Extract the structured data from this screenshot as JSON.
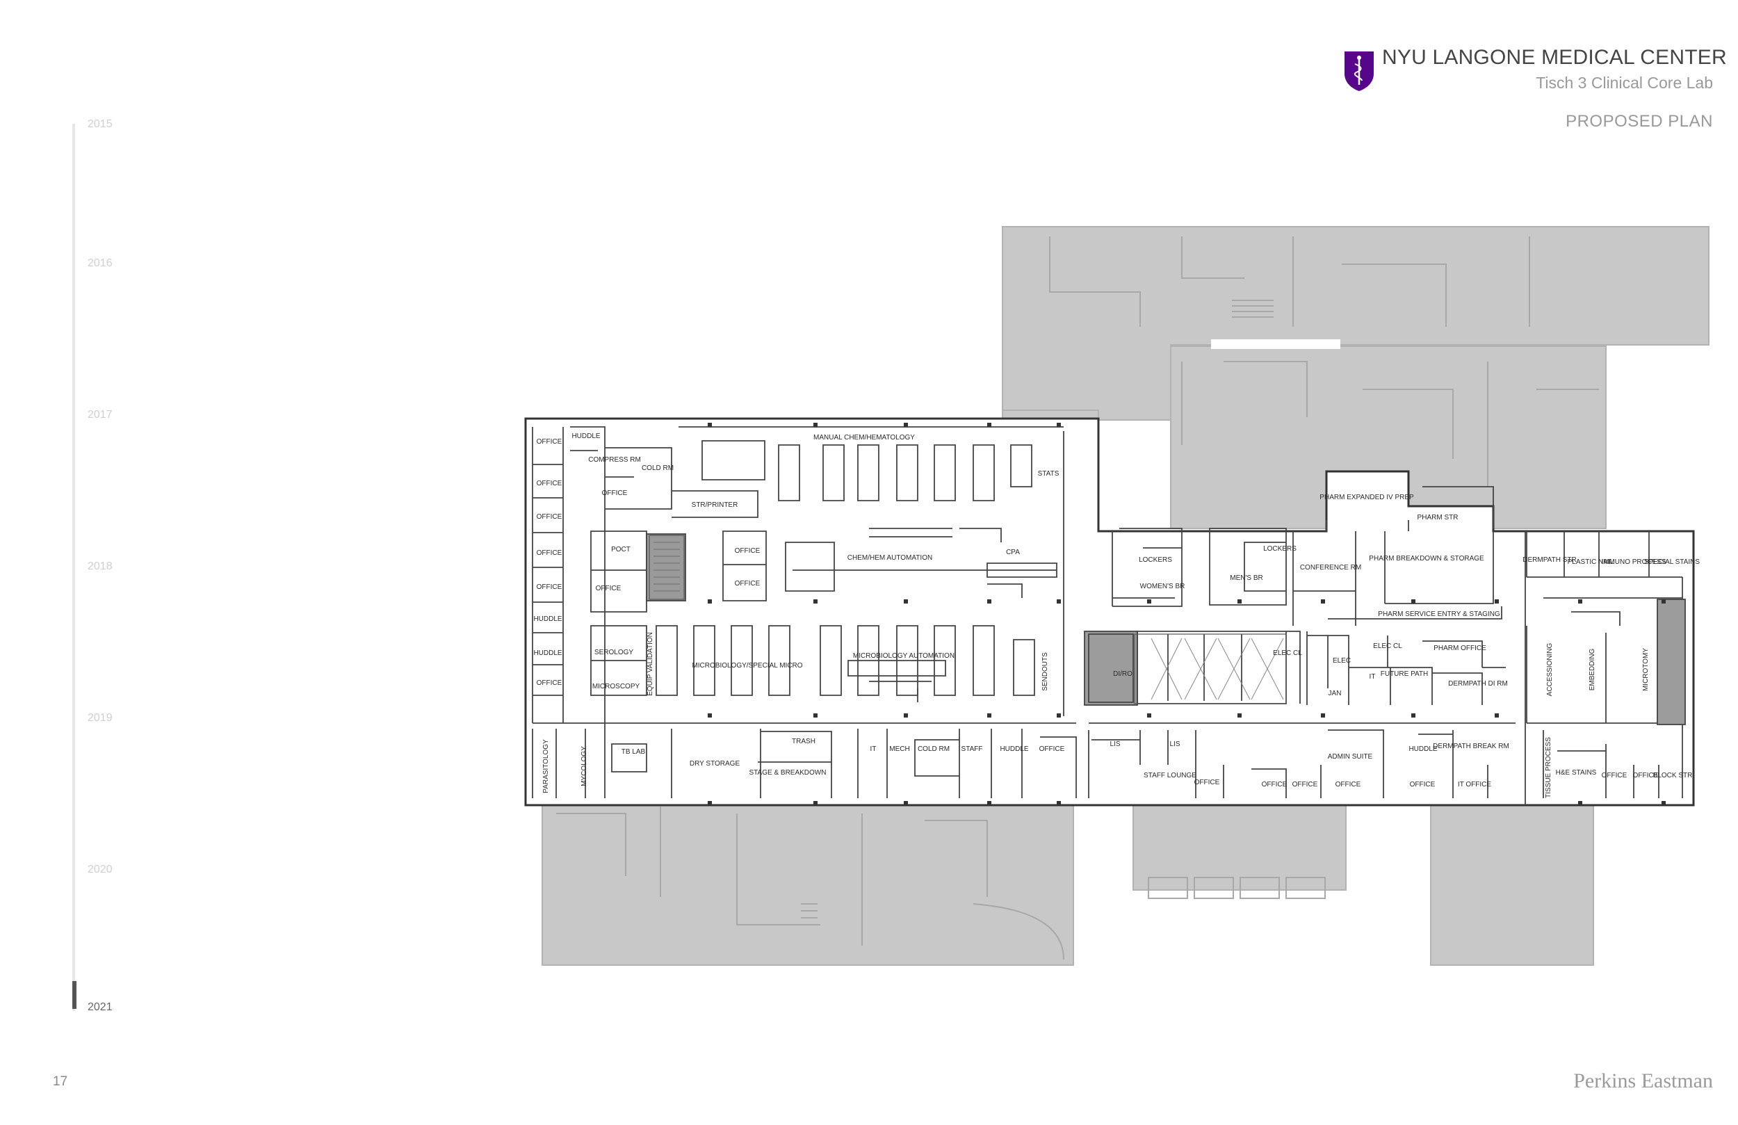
{
  "header": {
    "institution": "NYU LANGONE MEDICAL CENTER",
    "project": "Tisch 3 Clinical Core Lab",
    "plan_title": "PROPOSED PLAN"
  },
  "timeline": {
    "years": [
      "2015",
      "2016",
      "2017",
      "2018",
      "2019",
      "2020",
      "2021"
    ],
    "active_year": "2021"
  },
  "footer": {
    "page_number": "17",
    "firm": "Perkins Eastman"
  },
  "colors": {
    "brand_purple": "#57068c",
    "existing_building_gray": "#c8c8c8",
    "plan_line": "#333333"
  },
  "room_labels": [
    "OFFICE",
    "HUDDLE",
    "COMPRESS RM",
    "COLD RM",
    "OFFICE",
    "OFFICE",
    "STR/PRINTER",
    "MANUAL CHEM/HEMATOLOGY",
    "STATS",
    "OFFICE",
    "POCT",
    "OFFICE",
    "OFFICE",
    "OFFICE",
    "CHEM/HEM AUTOMATION",
    "CPA",
    "OFFICE",
    "OFFICE",
    "HUDDLE",
    "SEROLOGY",
    "EQUIP VALIDATION",
    "HUDDLE",
    "MICROSCOPY",
    "OFFICE",
    "MICROBIOLOGY/SPECIAL MICRO",
    "MICROBIOLOGY AUTOMATION",
    "SENDOUTS",
    "PARASITOLOGY",
    "MYCOLOGY",
    "TB LAB",
    "DRY STORAGE",
    "TRASH",
    "STAGE & BREAKDOWN",
    "IT",
    "MECH",
    "COLD RM",
    "STAFF",
    "HUDDLE",
    "OFFICE",
    "LOCKERS",
    "WOMEN'S BR",
    "LOCKERS",
    "MEN'S BR",
    "CONFERENCE RM",
    "PHARM EXPANDED IV PREP",
    "PHARM STR",
    "PHARM BREAKDOWN & STORAGE",
    "PHARM SERVICE ENTRY & STAGING",
    "DI/RO",
    "ELEC CL",
    "ELEC",
    "ELEC CL",
    "JAN",
    "IT",
    "FUTURE PATH",
    "PHARM OFFICE",
    "DERMPATH DI RM",
    "LIS",
    "LIS",
    "STAFF LOUNGE",
    "OFFICE",
    "OFFICE",
    "OFFICE",
    "OFFICE",
    "ADMIN SUITE",
    "HUDDLE",
    "DERMPATH BREAK RM",
    "OFFICE",
    "IT OFFICE",
    "DERMPATH STR",
    "PLASTIC NAIL",
    "IMMUNO PROCESS",
    "SPECIAL STAINS",
    "ACCESSIONING",
    "EMBEDDING",
    "MICROTOMY",
    "TISSUE PROCESS",
    "H&E STAINS",
    "OFFICE",
    "OFFICE",
    "BLOCK STR"
  ]
}
